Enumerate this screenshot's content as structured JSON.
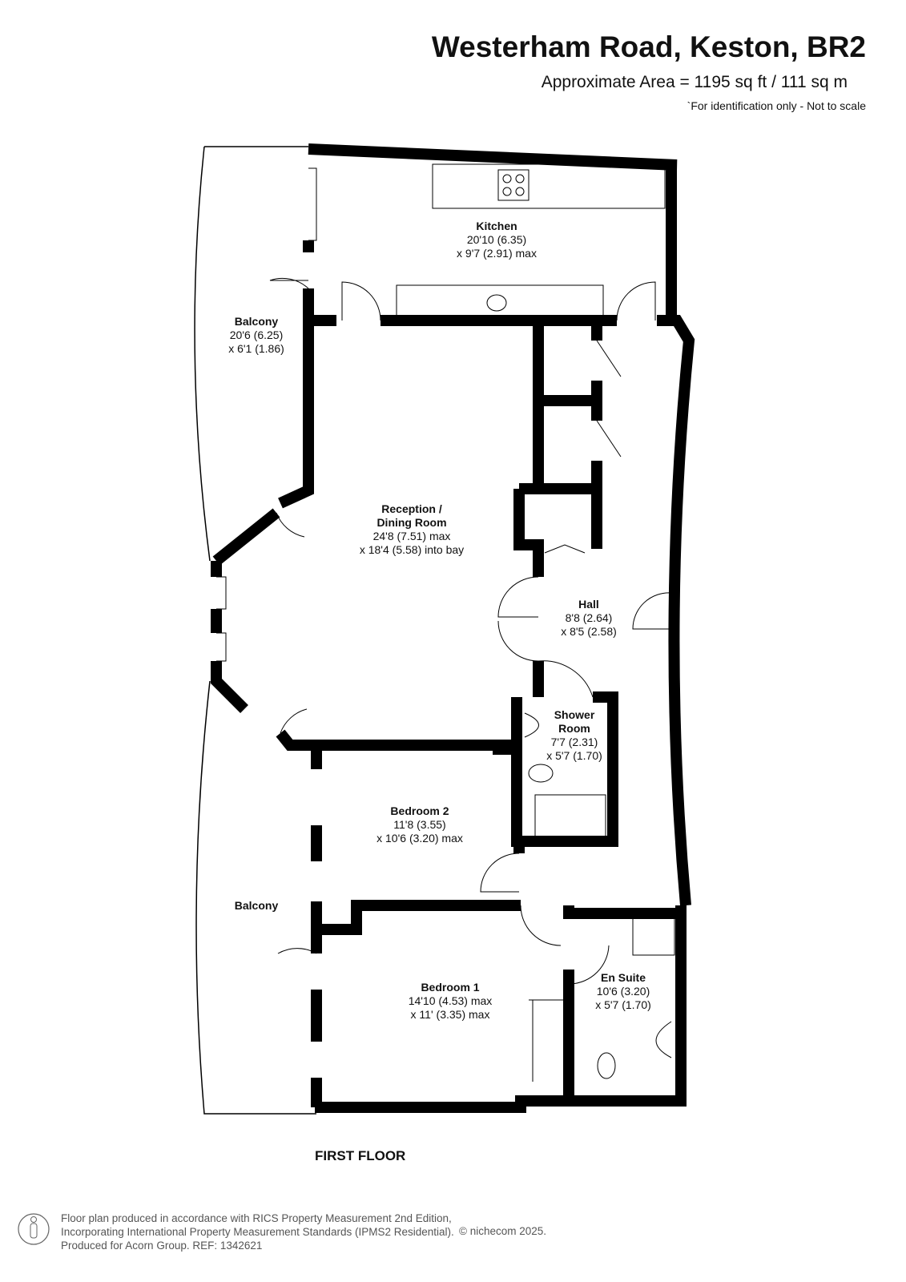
{
  "header": {
    "title": "Westerham Road, Keston, BR2",
    "area": "Approximate Area = 1195 sq ft / 111 sq m",
    "note": "`For identification only - Not to scale"
  },
  "rooms": [
    {
      "name": "Kitchen",
      "dims": [
        "20'10 (6.35)",
        "x 9'7 (2.91) max"
      ]
    },
    {
      "name": "Balcony",
      "dims": [
        "20'6 (6.25)",
        "x 6'1 (1.86)"
      ]
    },
    {
      "name": "Reception /",
      "name2": "Dining Room",
      "dims": [
        "24'8 (7.51) max",
        "x 18'4 (5.58) into bay"
      ]
    },
    {
      "name": "Hall",
      "dims": [
        "8'8 (2.64)",
        "x 8'5 (2.58)"
      ]
    },
    {
      "name": "Shower",
      "name2": "Room",
      "dims": [
        "7'7 (2.31)",
        "x 5'7 (1.70)"
      ]
    },
    {
      "name": "Bedroom 2",
      "dims": [
        "11'8 (3.55)",
        "x 10'6 (3.20) max"
      ]
    },
    {
      "name": "Balcony",
      "dims": []
    },
    {
      "name": "Bedroom 1",
      "dims": [
        "14'10 (4.53) max",
        "x 11' (3.35) max"
      ]
    },
    {
      "name": "En Suite",
      "dims": [
        "10'6 (3.20)",
        "x 5'7 (1.70)"
      ]
    }
  ],
  "floor_label": "FIRST FLOOR",
  "footer": {
    "lines": [
      "Floor plan produced in accordance with RICS Property Measurement 2nd Edition,",
      "Incorporating International Property Measurement Standards (IPMS2 Residential).",
      "Produced for Acorn Group.   REF: 1342621"
    ],
    "copyright": "© nichecom 2025."
  }
}
